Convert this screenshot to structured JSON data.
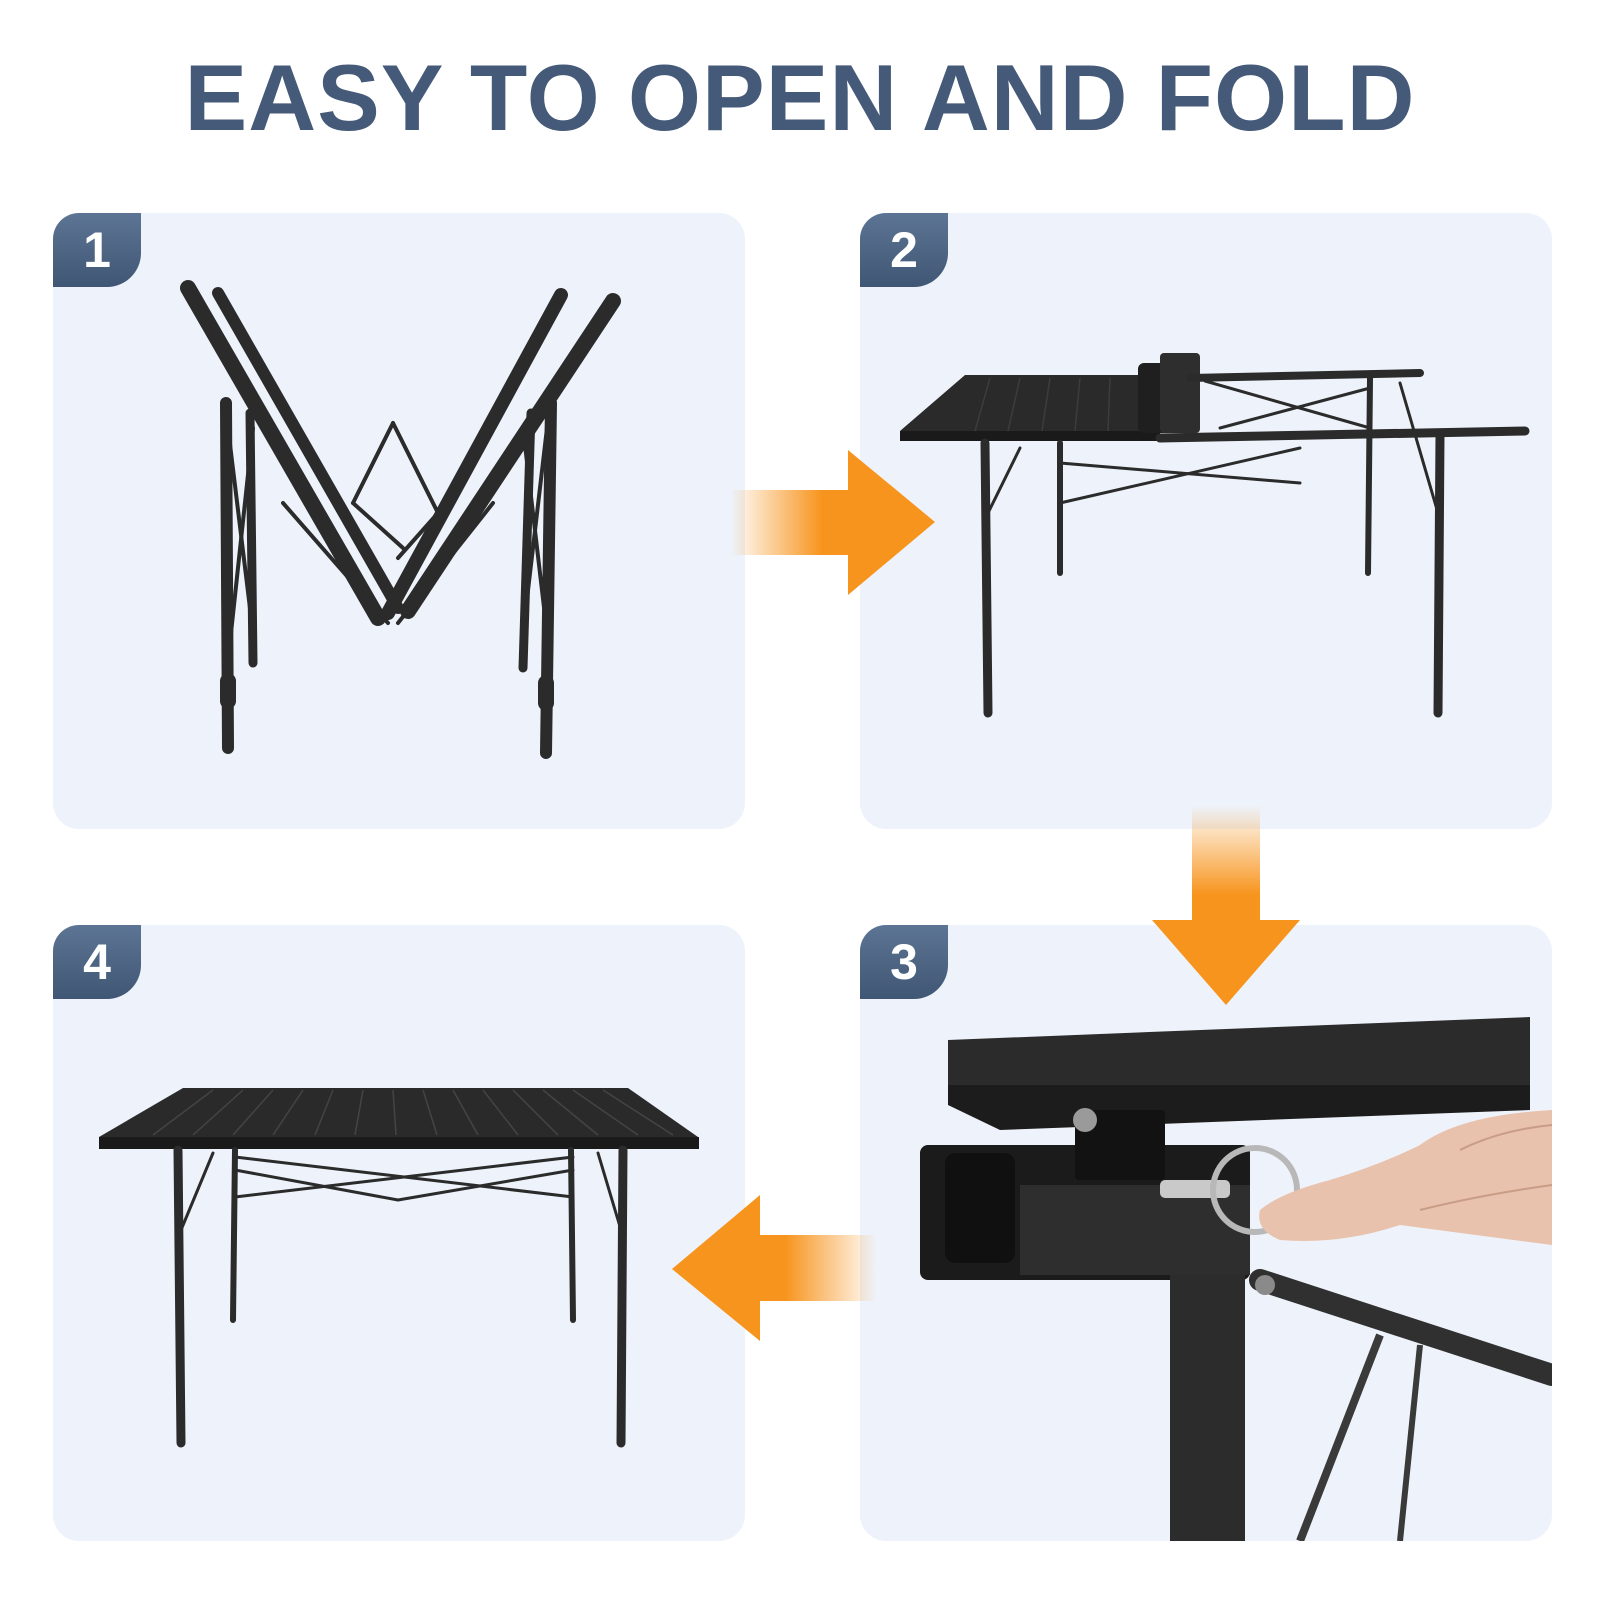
{
  "title": "EASY TO OPEN AND FOLD",
  "steps": [
    {
      "number": "1",
      "image": "folded-table-frame"
    },
    {
      "number": "2",
      "image": "unrolling-tabletop"
    },
    {
      "number": "3",
      "image": "locking-pin-closeup"
    },
    {
      "number": "4",
      "image": "assembled-table"
    }
  ],
  "colors": {
    "title": "#455a78",
    "badge": "#4a6080",
    "panel": "#eef3fb",
    "arrow": "#f7941d",
    "metal": "#2a2a2a"
  },
  "icons": {
    "arrow_right": "arrow-right-icon",
    "arrow_down": "arrow-down-icon",
    "arrow_left": "arrow-left-icon"
  }
}
